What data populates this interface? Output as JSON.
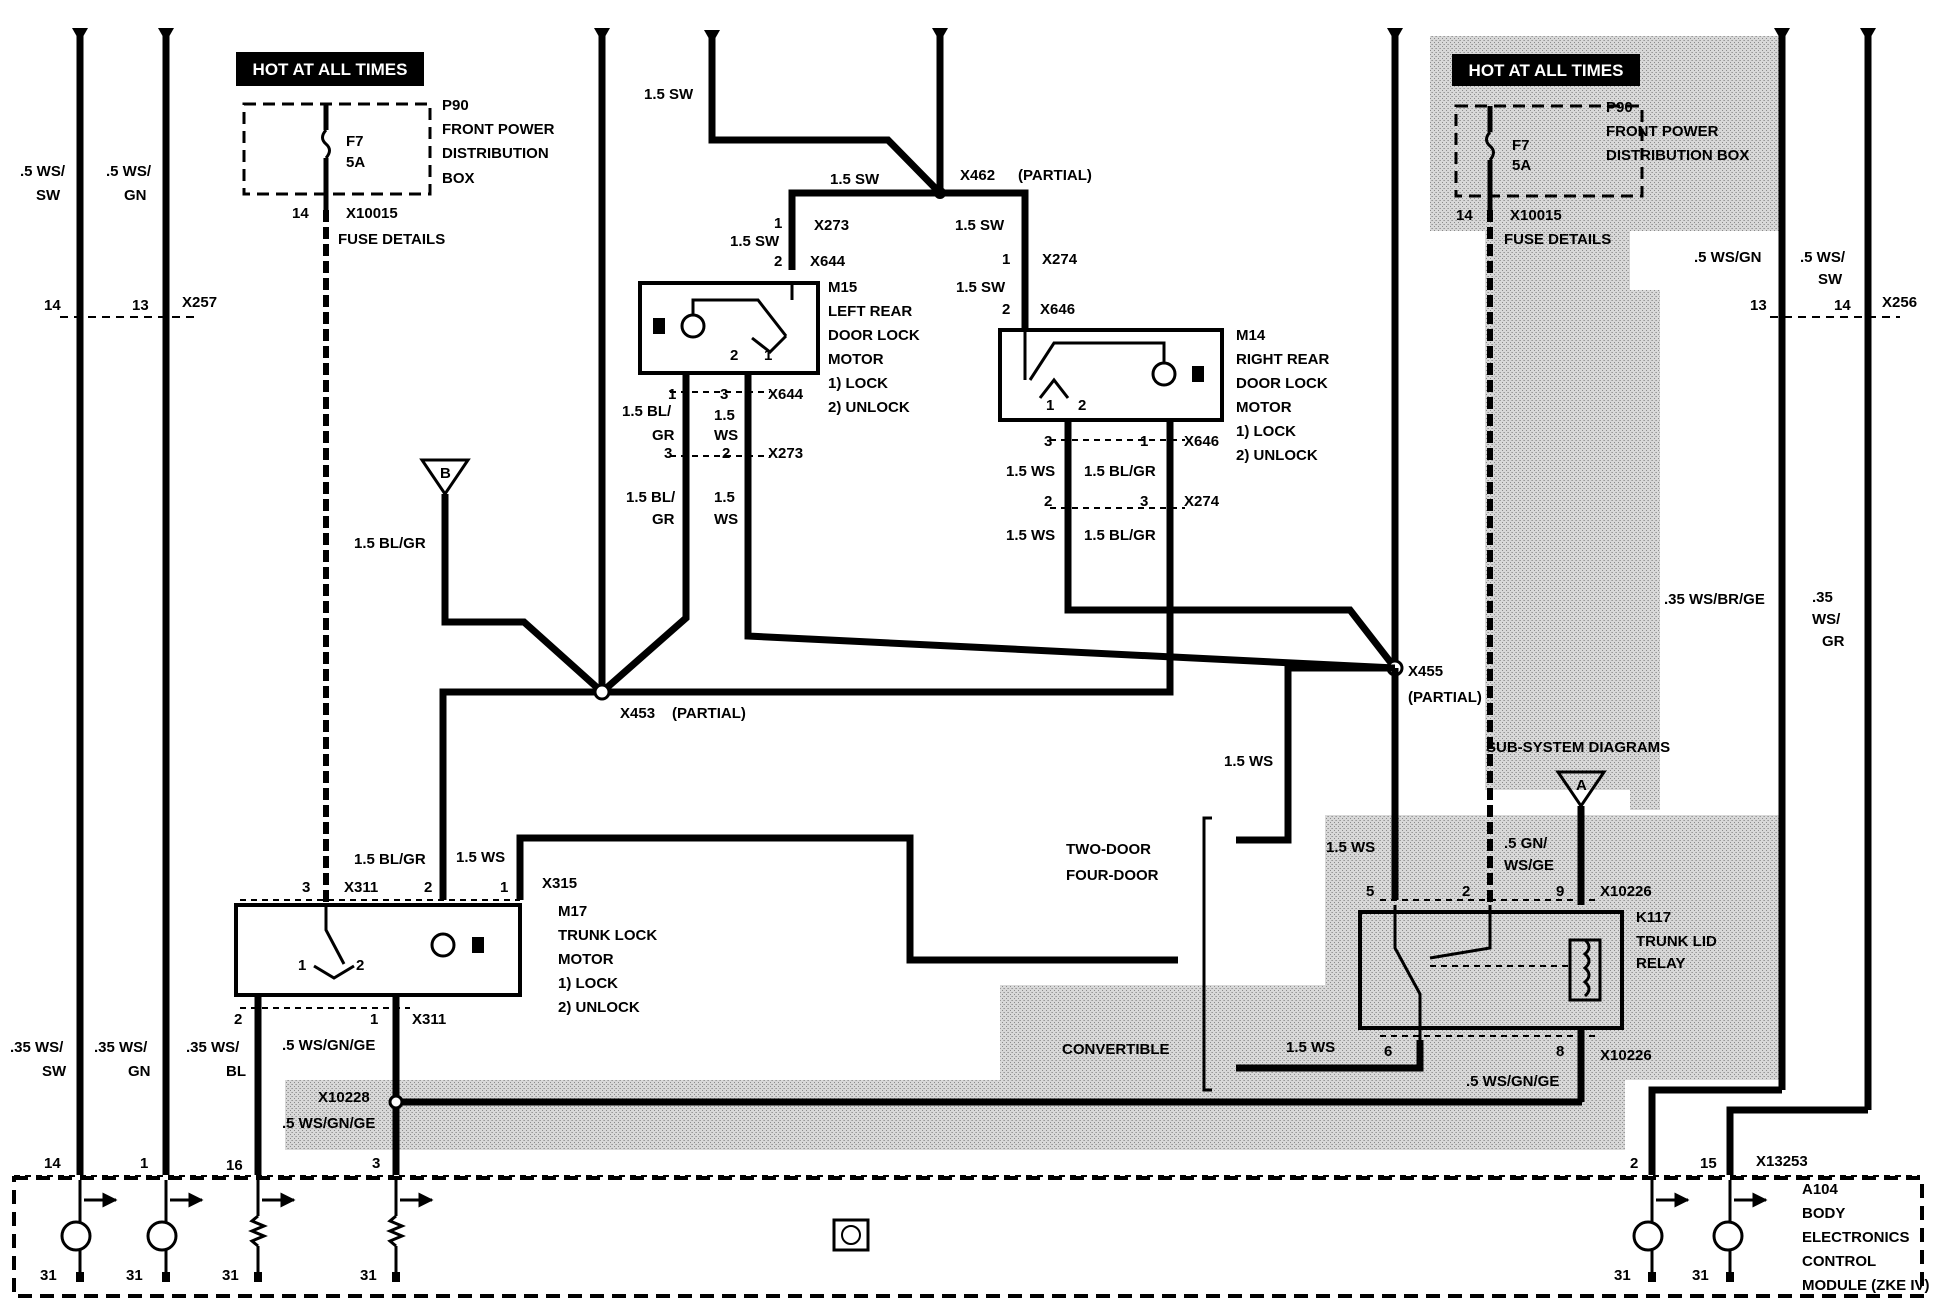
{
  "hot_label": "HOT AT ALL TIMES",
  "p90_left": {
    "id": "P90",
    "name1": "FRONT POWER",
    "name2": "DISTRIBUTION",
    "name3": "BOX",
    "fuse": "F7",
    "amp": "5A",
    "pin": "14",
    "conn": "X10015",
    "details": "FUSE DETAILS"
  },
  "p90_right": {
    "id": "P90",
    "name1": "FRONT POWER",
    "name2": "DISTRIBUTION BOX",
    "fuse": "F7",
    "amp": "5A",
    "pin": "14",
    "conn": "X10015",
    "details": "FUSE DETAILS"
  },
  "wires": {
    "ws_sw_05a": ".5 WS/",
    "ws_sw_05b": "SW",
    "ws_gn_05a": ".5 WS/",
    "ws_gn_05b": "GN",
    "sw_15": "1.5 SW",
    "bl_gr_15": "1.5 BL/GR",
    "bl_gr_15a": "1.5 BL/",
    "bl_gr_15b": "GR",
    "ws_15": "1.5 WS",
    "ws_15a": "1.5",
    "ws_15b": "WS",
    "ws_br_ge": ".35 WS/BR/GE",
    "ws_gr_a": ".35",
    "ws_gr_b": "WS/",
    "ws_gr_c": "GR",
    "ws_sw_35a": ".35 WS/",
    "ws_sw_35b": "SW",
    "ws_gn_35a": ".35 WS/",
    "ws_gn_35b": "GN",
    "ws_bl_35a": ".35 WS/",
    "ws_bl_35b": "BL",
    "ws_gn_ge": ".5 WS/GN/GE",
    "gn_ws_ge_a": ".5 GN/",
    "gn_ws_ge_b": "WS/GE",
    "ws_gn_r": ".5 WS/GN",
    "ws_sw_r_a": ".5 WS/",
    "ws_sw_r_b": "SW"
  },
  "connectors": {
    "x257": "X257",
    "x256": "X256",
    "x462": "X462",
    "partial": "(PARTIAL)",
    "x273": "X273",
    "x644": "X644",
    "x274": "X274",
    "x646": "X646",
    "x453": "X453",
    "x455": "X455",
    "x311": "X311",
    "x315": "X315",
    "x10226": "X10226",
    "x10228": "X10228",
    "x13253": "X13253"
  },
  "m15": {
    "id": "M15",
    "l1": "LEFT REAR",
    "l2": "DOOR LOCK",
    "l3": "MOTOR",
    "o1": "1)  LOCK",
    "o2": "2)  UNLOCK"
  },
  "m14": {
    "id": "M14",
    "l1": "RIGHT REAR",
    "l2": "DOOR LOCK",
    "l3": "MOTOR",
    "o1": "1)  LOCK",
    "o2": "2)  UNLOCK"
  },
  "m17": {
    "id": "M17",
    "l1": "TRUNK LOCK",
    "l2": "MOTOR",
    "o1": "1)  LOCK",
    "o2": "2)  UNLOCK"
  },
  "k117": {
    "id": "K117",
    "l1": "TRUNK LID",
    "l2": "RELAY"
  },
  "a104": {
    "id": "A104",
    "l1": "BODY",
    "l2": "ELECTRONICS",
    "l3": "CONTROL",
    "l4": "MODULE (ZKE IV)"
  },
  "variants": {
    "two_door": "TWO-DOOR",
    "four_door": "FOUR-DOOR",
    "convertible": "CONVERTIBLE"
  },
  "subsystem": "SUB-SYSTEM DIAGRAMS",
  "ref_b": "B",
  "ref_a": "A",
  "pins": {
    "p14": "14",
    "p13": "13",
    "p1": "1",
    "p2": "2",
    "p3": "3",
    "p5": "5",
    "p6": "6",
    "p8": "8",
    "p9": "9",
    "p15": "15",
    "p16": "16",
    "p31": "31"
  }
}
